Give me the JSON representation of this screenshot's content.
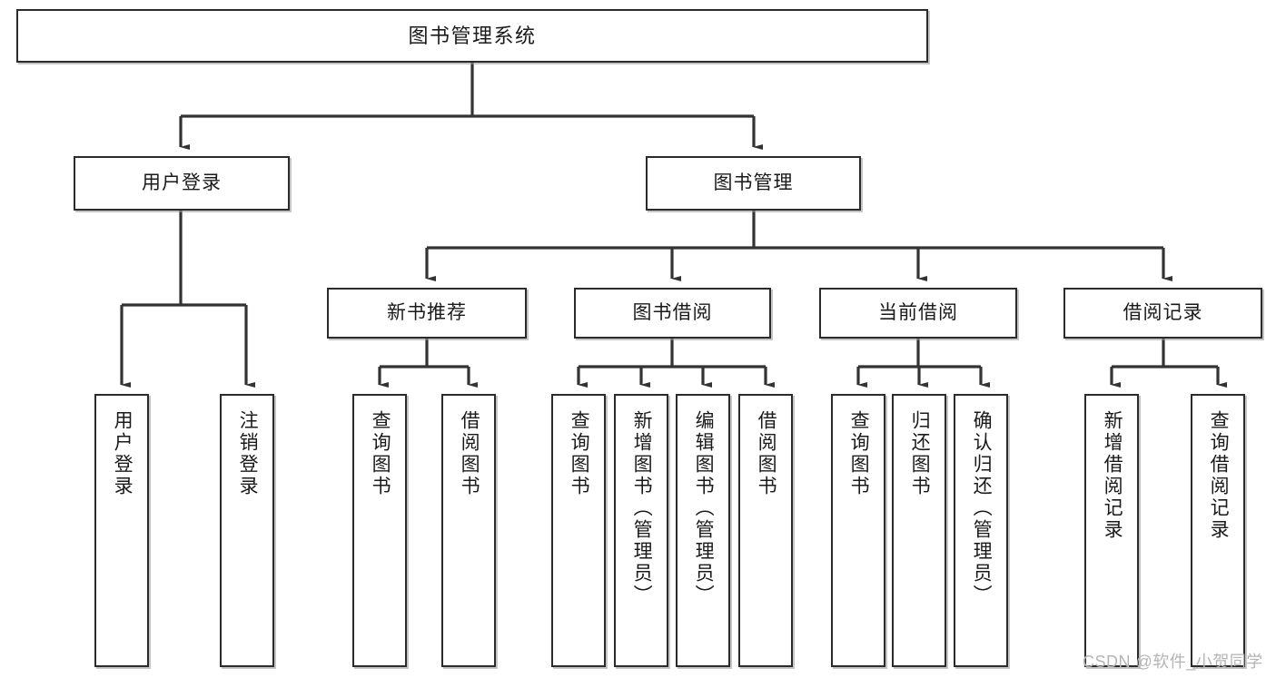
{
  "diagram": {
    "title": "图书管理系统",
    "type": "tree",
    "watermark": "CSDN @软件_小贺同学",
    "colors": {
      "box_border": "#2b2b2b",
      "box_fill": "#ffffff",
      "connector": "#333333",
      "text": "#1a1a1a",
      "watermark": "#b4b4b4"
    },
    "nodes": {
      "root": {
        "label": "图书管理系统"
      },
      "level2": [
        {
          "label": "用户登录"
        },
        {
          "label": "图书管理"
        }
      ],
      "level3": [
        {
          "label": "新书推荐"
        },
        {
          "label": "图书借阅"
        },
        {
          "label": "当前借阅"
        },
        {
          "label": "借阅记录"
        }
      ],
      "leaves_user_login": [
        {
          "label": "用户登录"
        },
        {
          "label": "注销登录"
        }
      ],
      "leaves_new_book": [
        {
          "label": "查询图书"
        },
        {
          "label": "借阅图书"
        }
      ],
      "leaves_borrow": [
        {
          "label": "查询图书"
        },
        {
          "label": "新增图书（管理员）"
        },
        {
          "label": "编辑图书（管理员）"
        },
        {
          "label": "借阅图书"
        }
      ],
      "leaves_current": [
        {
          "label": "查询图书"
        },
        {
          "label": "归还图书"
        },
        {
          "label": "确认归还（管理员）"
        }
      ],
      "leaves_record": [
        {
          "label": "新增借阅记录"
        },
        {
          "label": "查询借阅记录"
        }
      ]
    }
  }
}
